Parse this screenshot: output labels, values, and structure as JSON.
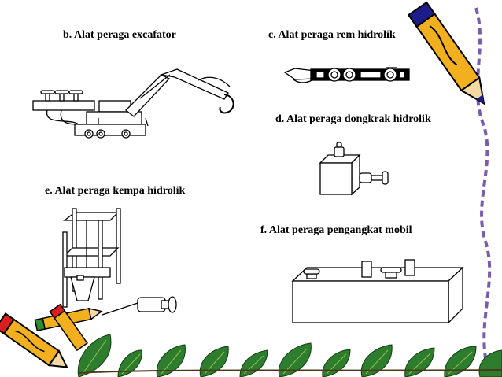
{
  "slide": {
    "labels": {
      "excavator": "b. Alat peraga excafator",
      "brake": "c. Alat peraga rem hidrolik",
      "jack": "d. Alat peraga dongkrak hidrolik",
      "press": "e. Alat peraga kempa hidrolik",
      "car_lift": "f. Alat peraga pengangkat mobil"
    },
    "icons": [
      "excavator-model-icon",
      "hydraulic-brake-model-icon",
      "hydraulic-jack-model-icon",
      "hydraulic-press-model-icon",
      "car-lift-model-icon",
      "pencil-icon",
      "leaf-border-icon"
    ],
    "colors": {
      "pencil_body": "#F2B01E",
      "pencil_tip": "#1C1C8A",
      "pencil_eraser": "#D81E1E",
      "leaf_green": "#2E7D2E",
      "ribbon": "#7A5BB0"
    }
  }
}
